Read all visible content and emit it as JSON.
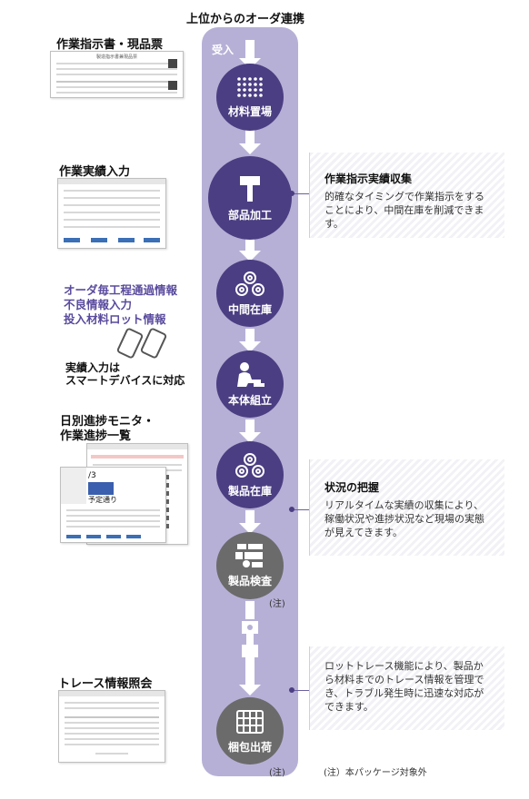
{
  "header": {
    "title": "上位からのオーダ連携",
    "receive_label": "受入"
  },
  "flow": {
    "nodes": [
      {
        "label": "材料置場",
        "icon": "grid-dots-icon"
      },
      {
        "label": "部品加工",
        "icon": "hammer-icon"
      },
      {
        "label": "中間在庫",
        "icon": "coil-icon"
      },
      {
        "label": "本体組立",
        "icon": "worker-icon"
      },
      {
        "label": "製品在庫",
        "icon": "coil-icon"
      },
      {
        "label": "製品検査",
        "icon": "inspection-icon"
      },
      {
        "label": "梱包出荷",
        "icon": "box-icon"
      }
    ],
    "note_inspect": "(注)",
    "note_pack": "(注)"
  },
  "left": {
    "work_order": {
      "title": "作業指示書・現品票",
      "doc_title": "製造指示書兼現品票"
    },
    "work_result": {
      "title": "作業実績入力"
    },
    "purple_lines": [
      "オーダ毎工程通過情報",
      "不良情報入力",
      "投入材料ロット情報"
    ],
    "smart_lines": [
      "実績入力は",
      "スマートデバイスに対応"
    ],
    "monitor": {
      "title_lines": [
        "日別進捗モニタ・",
        "作業進捗一覧"
      ],
      "popup_text_1": "/3",
      "popup_text_2": "予定通り"
    },
    "trace": {
      "title": "トレース情報照会"
    }
  },
  "callouts": [
    {
      "title": "作業指示実績収集",
      "body": "的確なタイミングで作業指示をすることにより、中間在庫を削減できます。"
    },
    {
      "title": "状況の把握",
      "body": "リアルタイムな実績の収集により、稼働状況や進捗状況など現場の実態が見えてきます。"
    },
    {
      "title": "",
      "body": "ロットトレース機能により、製品から材料までのトレース情報を管理でき、トラブル発生時に迅速な対応ができます。"
    }
  ],
  "footnote": "(注）本パッケージ対象外",
  "colors": {
    "lane": "#b7b0d6",
    "node": "#4b3e82",
    "node_gray": "#6b6b6b",
    "accent_text": "#5a4b9e"
  }
}
